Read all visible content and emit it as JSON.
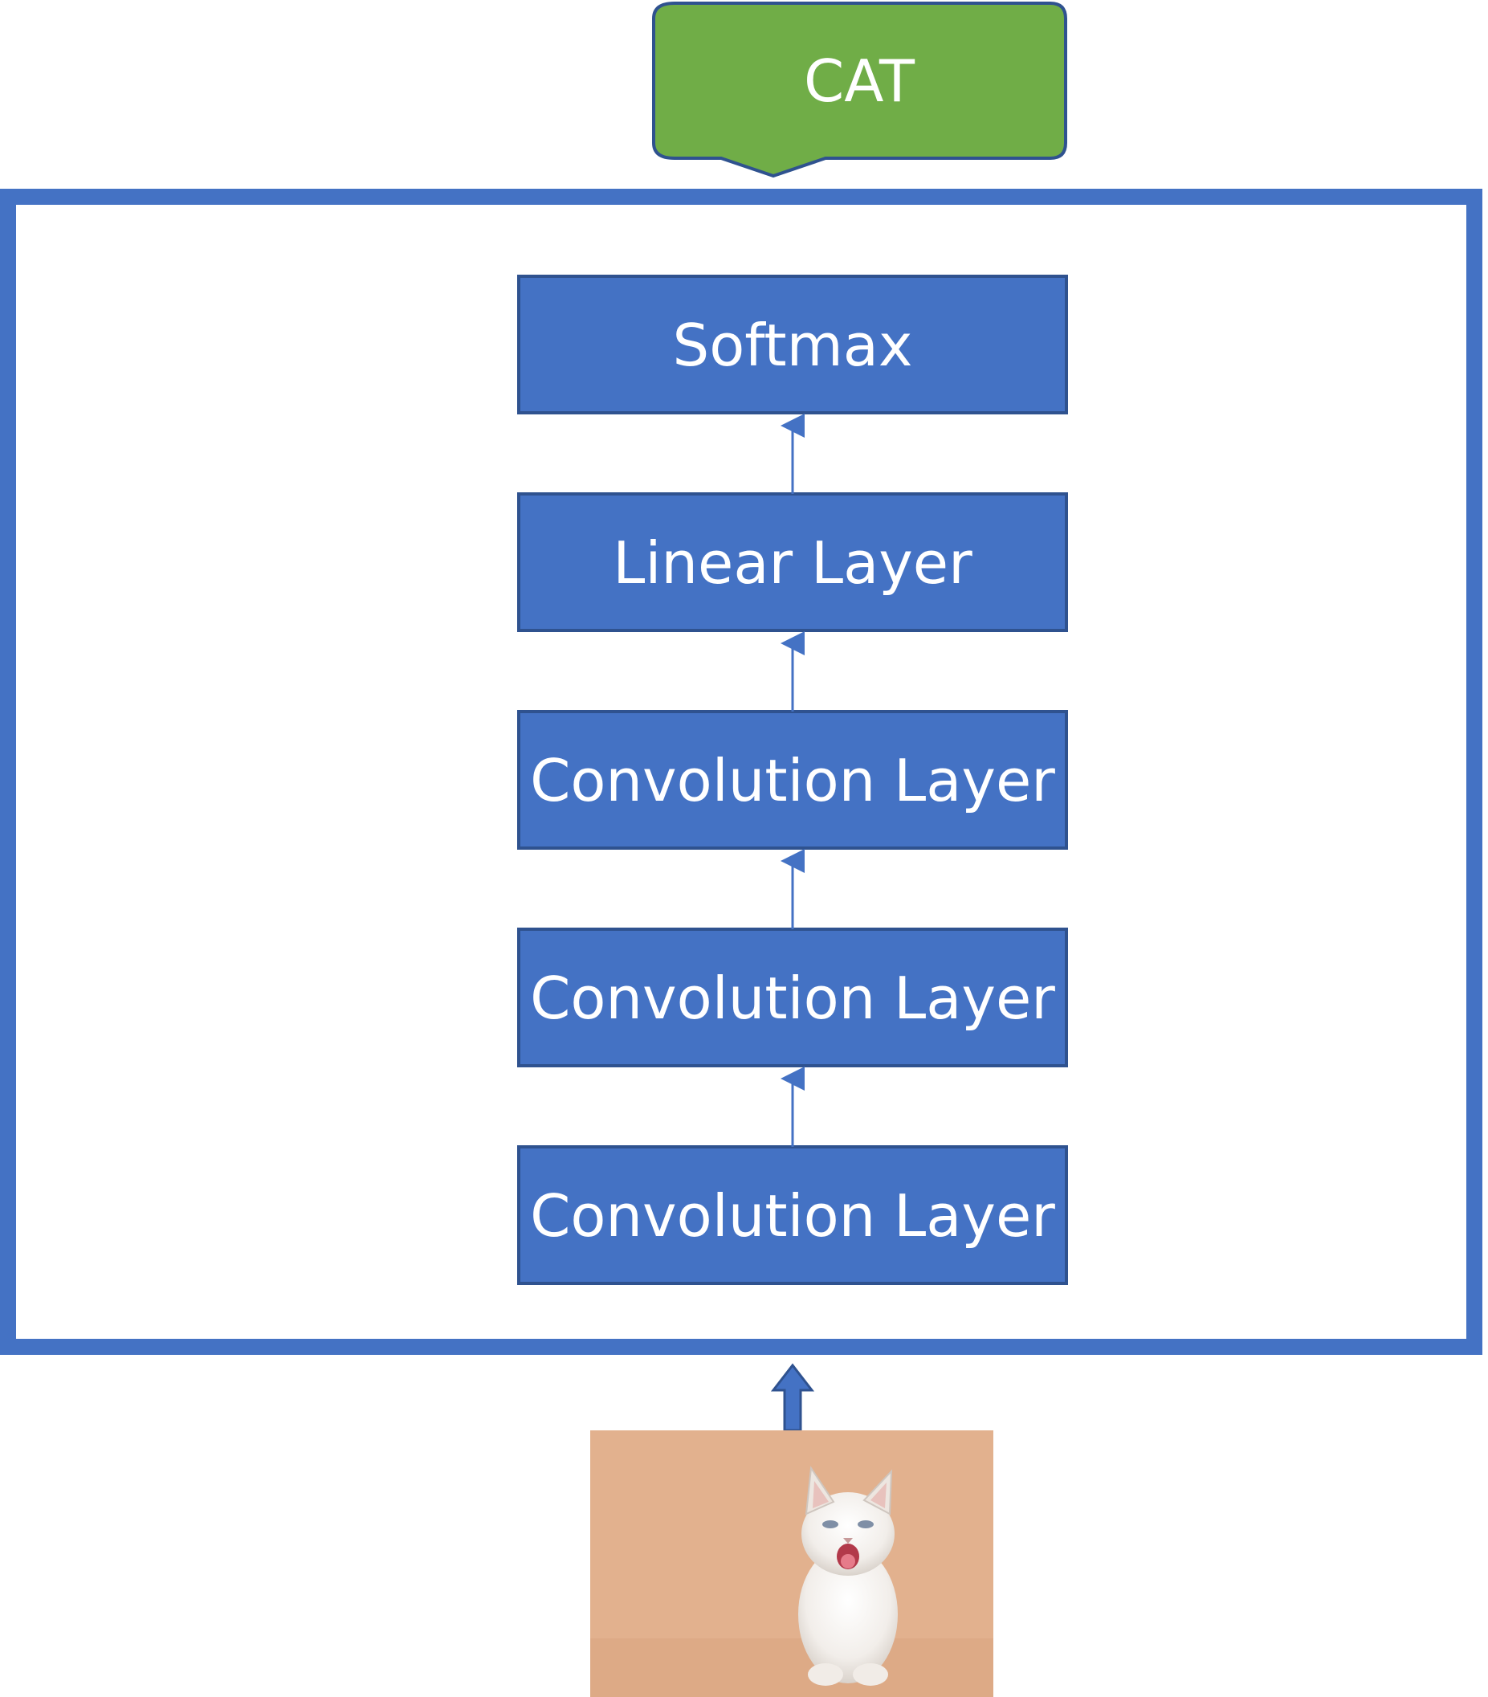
{
  "output": {
    "label": "CAT"
  },
  "layers": [
    {
      "label": "Softmax"
    },
    {
      "label": "Linear Layer"
    },
    {
      "label": "Convolution Layer"
    },
    {
      "label": "Convolution Layer"
    },
    {
      "label": "Convolution Layer"
    }
  ],
  "input": {
    "image": "kitten-photo"
  },
  "colors": {
    "layer_fill": "#4472C4",
    "layer_border": "#2F528F",
    "frame_border": "#4472C4",
    "output_fill": "#70AD47",
    "output_border": "#2F528F",
    "arrow": "#4472C4",
    "photo_background": "#E2B18E"
  }
}
